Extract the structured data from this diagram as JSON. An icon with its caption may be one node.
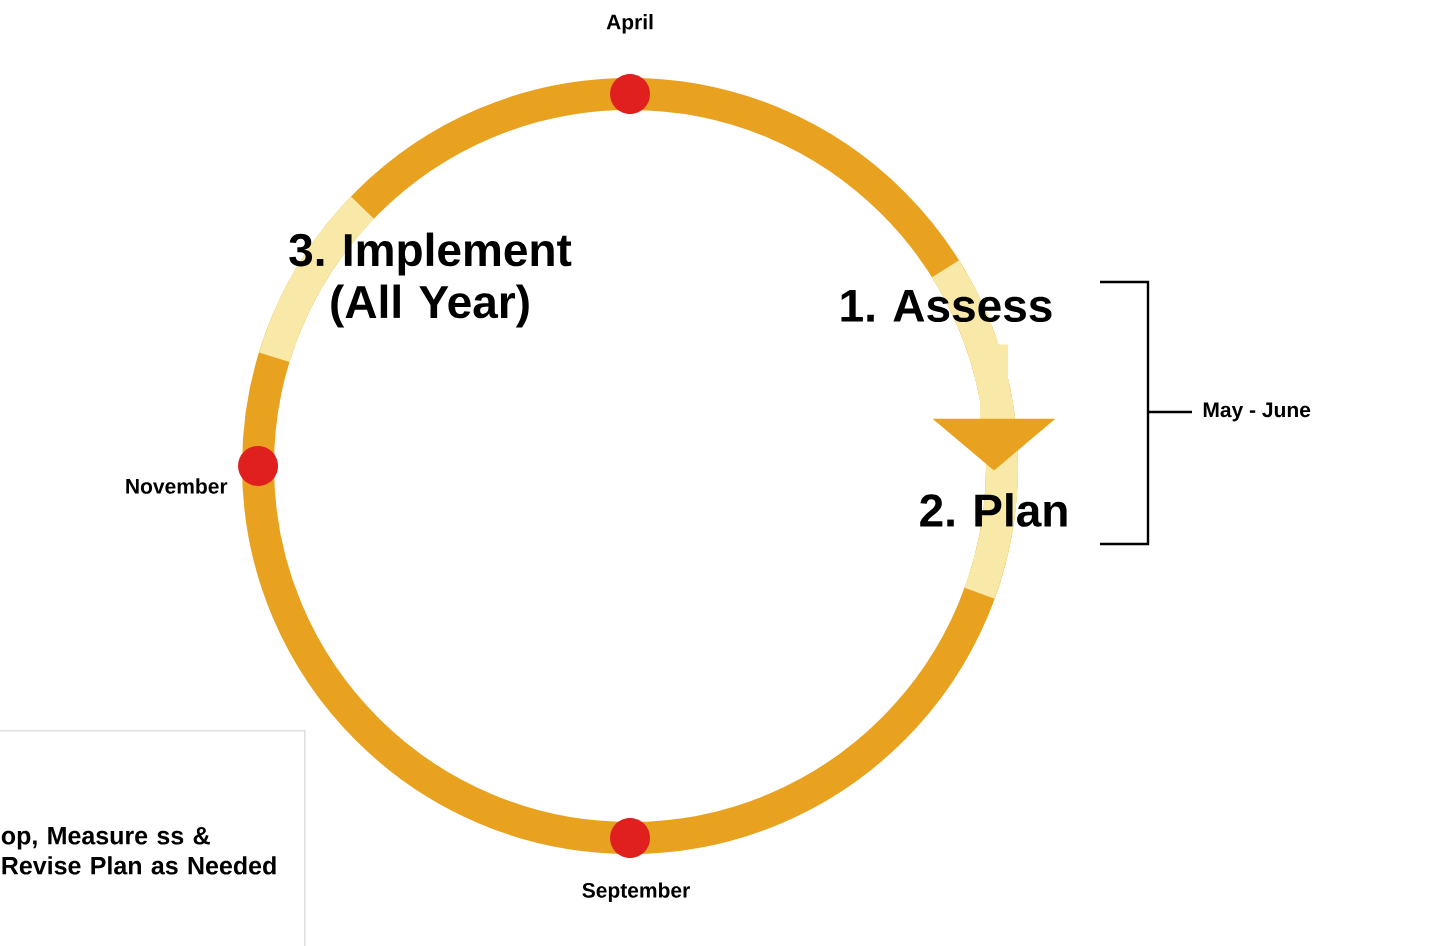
{
  "diagram": {
    "nodes": [
      {
        "text": [],
        "shape": "circle",
        "beside": [
          "April"
        ]
      },
      {
        "text": [
          "3. Implement (All Year)"
        ]
      },
      {
        "text": [
          "1. Assess"
        ]
      },
      {
        "text": [],
        "shape": "circle",
        "beside": [
          "November"
        ]
      },
      {
        "text": [
          "2. Plan"
        ]
      },
      {
        "text": [
          "op, Measure ss & Revise Plan as Needed"
        ]
      },
      {
        "text": [],
        "shape": "circle",
        "beside": [
          "September"
        ]
      }
    ],
    "edges": [
      {
        "from": 2,
        "to": 4,
        "arrow": "to"
      }
    ],
    "labels": [
      "May - June"
    ]
  }
}
